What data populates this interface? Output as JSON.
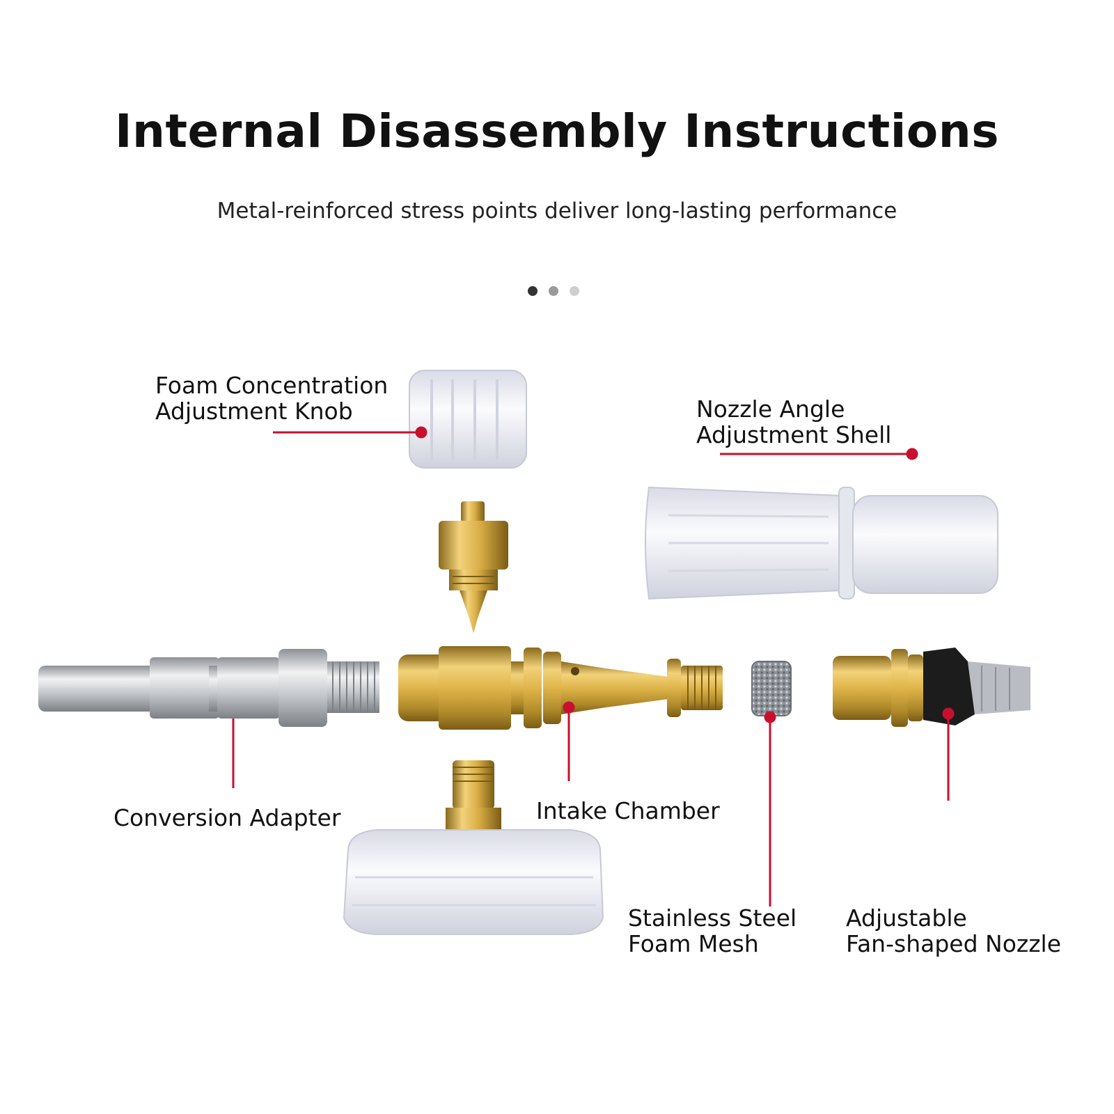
{
  "header": {
    "title": "Internal Disassembly Instructions",
    "subtitle": "Metal-reinforced stress points deliver long-lasting performance"
  },
  "pager": {
    "count": 3,
    "active": 1
  },
  "colors": {
    "leader": "#c8102e",
    "brass": "#d4a93a",
    "steel": "#c9ccd0",
    "plastic": "#e6e7ef"
  },
  "labels": {
    "knob": {
      "line1": "Foam Concentration",
      "line2": "Adjustment Knob"
    },
    "shell": {
      "line1": "Nozzle Angle",
      "line2": "Adjustment Shell"
    },
    "adapter": {
      "line1": "Conversion Adapter"
    },
    "chamber": {
      "line1": "Intake Chamber"
    },
    "mesh": {
      "line1": "Stainless Steel",
      "line2": "Foam Mesh"
    },
    "nozzle": {
      "line1": "Adjustable",
      "line2": "Fan-shaped Nozzle"
    }
  }
}
